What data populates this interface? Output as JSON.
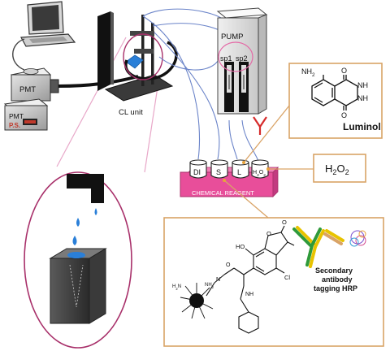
{
  "labels": {
    "pmt_top": "PMT",
    "pmt_bottom": "PMT",
    "ps": "P.S.",
    "cl_unit": "CL unit",
    "pump": "PUMP",
    "sp1": "sp1",
    "sp2": "sp2",
    "chemical_reagent": "CHEMICAL REAGENT",
    "vial_di": "DI",
    "vial_s": "S",
    "vial_l": "L",
    "vial_h2o2": "H2O2",
    "luminol_name": "Luminol",
    "luminol_nh2": "NH2",
    "luminol_nh_top": "NH",
    "luminol_nh_bottom": "NH",
    "luminol_o_top": "O",
    "luminol_o_bottom": "O",
    "h2o2_label": "H2O2",
    "antibody_line1": "Secondary",
    "antibody_line2": "antibody",
    "antibody_line3": "tagging HRP",
    "struct_ho": "HO",
    "struct_o1": "O",
    "struct_o2": "O",
    "struct_o3": "O",
    "struct_cl": "Cl",
    "struct_nh": "NH",
    "struct_n": "N",
    "struct_h2n": "H2N",
    "struct_nh2": "NH2"
  },
  "colors": {
    "panel_border": "#d9a366",
    "reagent_box": "#e84e9a",
    "ellipse_border": "#a8306a",
    "guide_line": "#e8a7c8",
    "flow_line": "#6b84c9",
    "blue_drop": "#2a7fd8",
    "antibody_yellow": "#e8c300",
    "antibody_green": "#2f9a3a"
  }
}
